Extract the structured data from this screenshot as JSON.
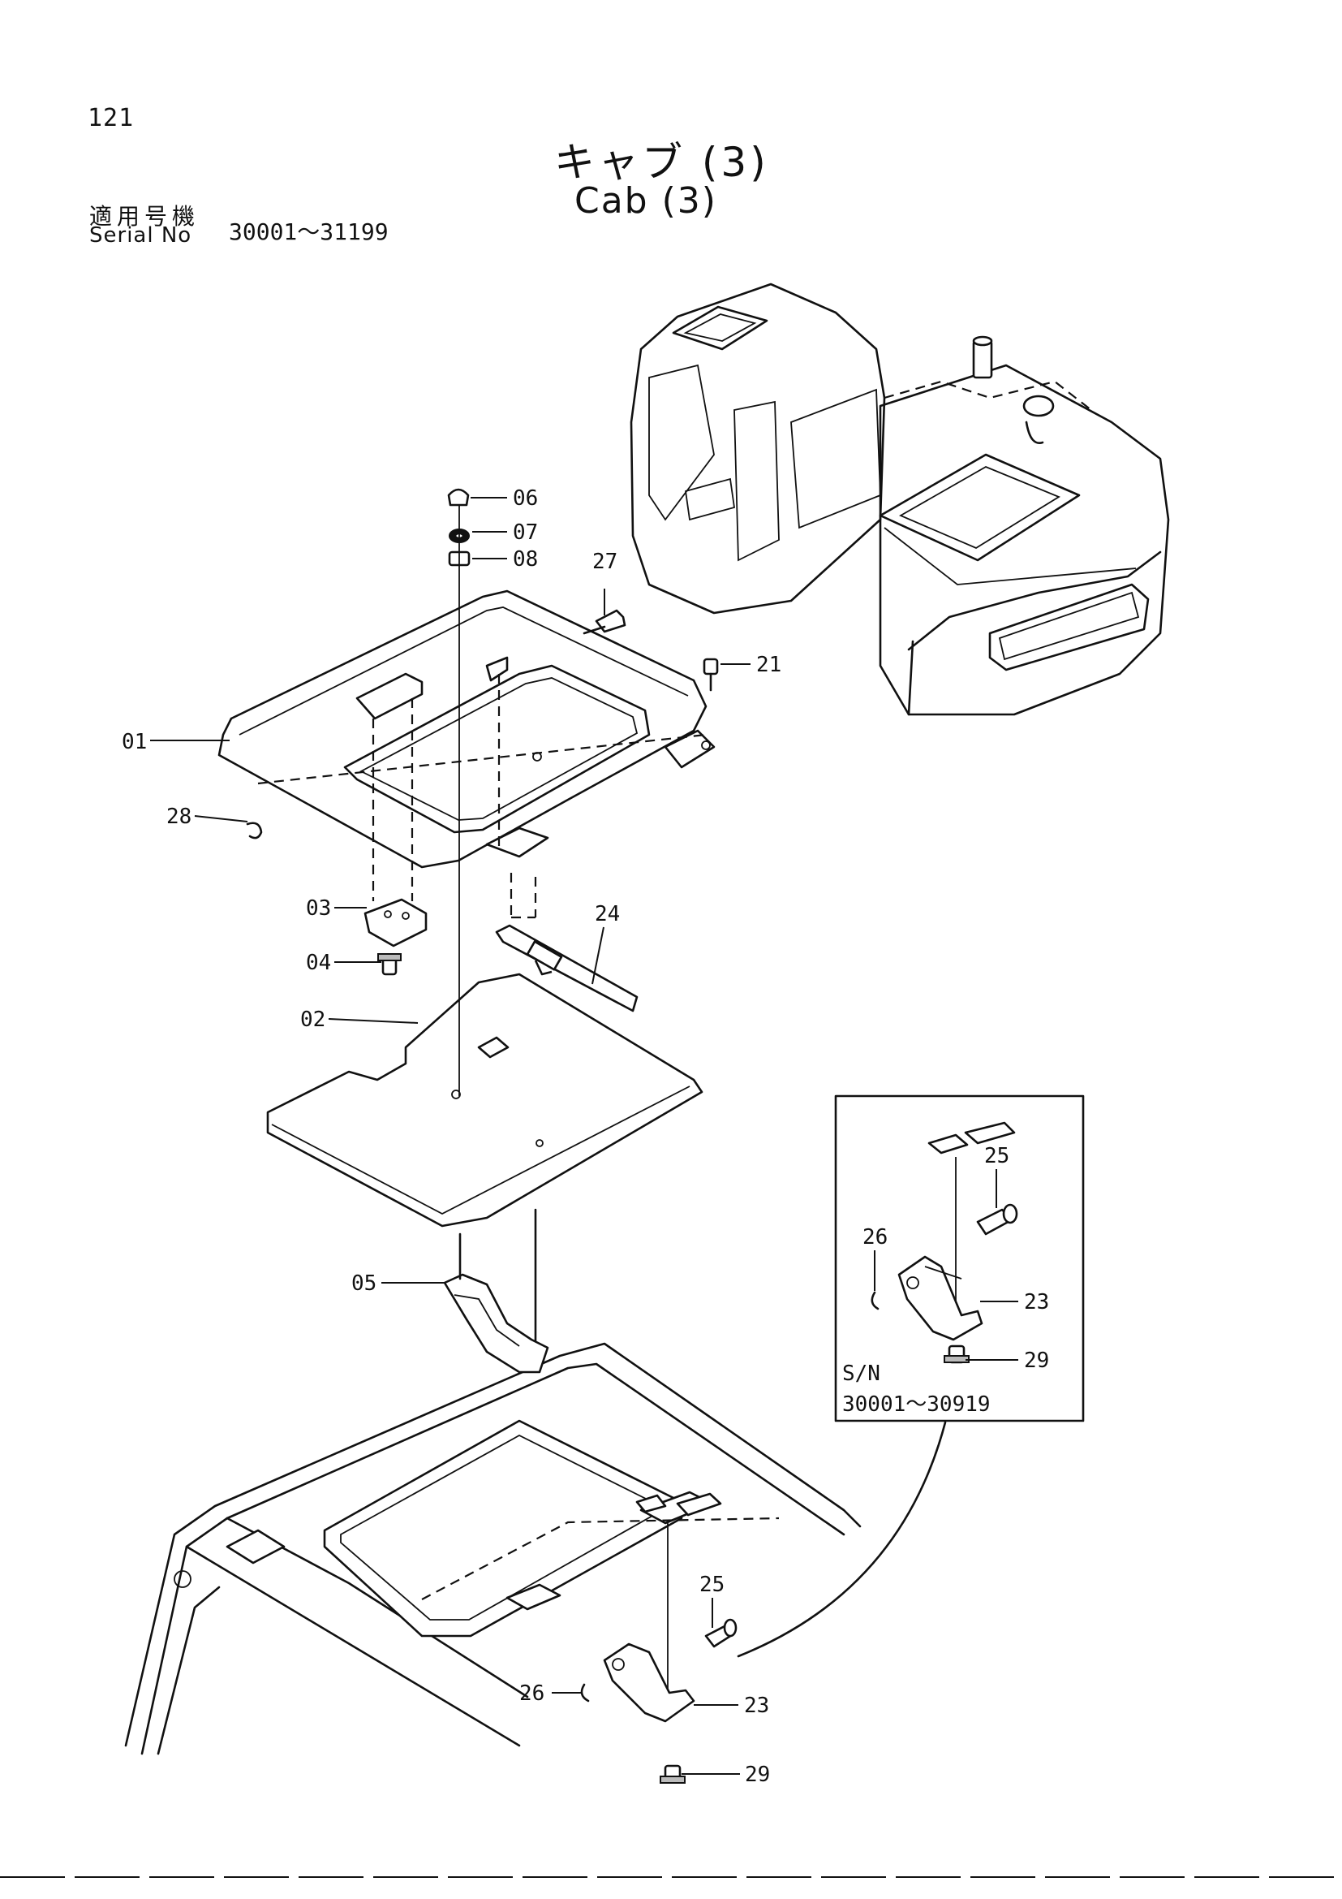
{
  "page_number": "121",
  "title": {
    "japanese": "キャブ (3)",
    "english": "Cab (3)"
  },
  "serial": {
    "label_ja": "適用号機",
    "label_en": "Serial No",
    "range": "30001～31199"
  },
  "inset": {
    "sn_label": "S/N",
    "sn_range": "30001～30919"
  },
  "callouts": {
    "c01": "01",
    "c02": "02",
    "c03": "03",
    "c04": "04",
    "c05": "05",
    "c06": "06",
    "c07": "07",
    "c08": "08",
    "c21": "21",
    "c24": "24",
    "c27": "27",
    "c28": "28",
    "i25": "25",
    "i26": "26",
    "i23": "23",
    "i29": "29",
    "b25": "25",
    "b26": "26",
    "b23": "23",
    "b29": "29"
  }
}
